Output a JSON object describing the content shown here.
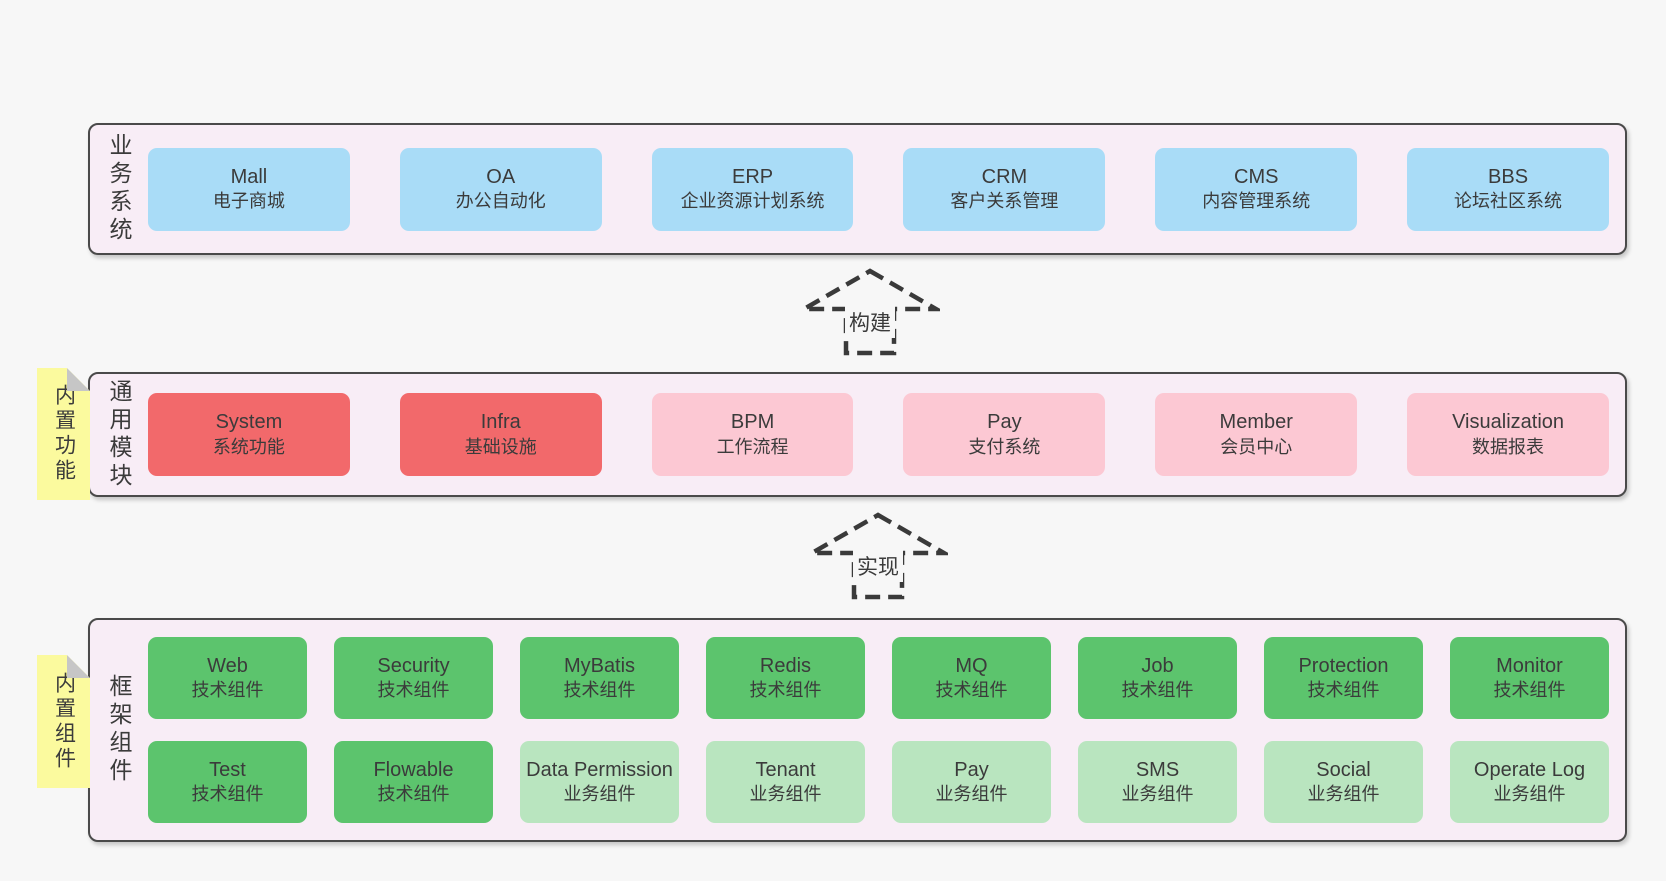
{
  "palette": {
    "page-bg": "#f7f7f7",
    "band-bg": "#f8edf6",
    "band-border": "#4a4a4a",
    "text": "#3b3b3b",
    "blue": "#a9dcf7",
    "red": "#f2696b",
    "pink": "#fcc8d3",
    "green": "#5cc46d",
    "lightgreen": "#b9e5bf",
    "sticky-yellow": "#fbfa9e",
    "fold-gray": "#c6c6c6"
  },
  "arrows": [
    {
      "label": "构建"
    },
    {
      "label": "实现"
    }
  ],
  "bands": [
    {
      "label": "业务系统",
      "boxes": [
        {
          "title": "Mall",
          "subtitle": "电子商城"
        },
        {
          "title": "OA",
          "subtitle": "办公自动化"
        },
        {
          "title": "ERP",
          "subtitle": "企业资源计划系统"
        },
        {
          "title": "CRM",
          "subtitle": "客户关系管理"
        },
        {
          "title": "CMS",
          "subtitle": "内容管理系统"
        },
        {
          "title": "BBS",
          "subtitle": "论坛社区系统"
        }
      ]
    },
    {
      "label": "通用模块",
      "sticky": "内置功能",
      "boxes": [
        {
          "title": "System",
          "subtitle": "系统功能"
        },
        {
          "title": "Infra",
          "subtitle": "基础设施"
        },
        {
          "title": "BPM",
          "subtitle": "工作流程"
        },
        {
          "title": "Pay",
          "subtitle": "支付系统"
        },
        {
          "title": "Member",
          "subtitle": "会员中心"
        },
        {
          "title": "Visualization",
          "subtitle": "数据报表"
        }
      ]
    },
    {
      "label": "框架组件",
      "sticky": "内置组件",
      "rows": [
        [
          {
            "title": "Web",
            "subtitle": "技术组件"
          },
          {
            "title": "Security",
            "subtitle": "技术组件"
          },
          {
            "title": "MyBatis",
            "subtitle": "技术组件"
          },
          {
            "title": "Redis",
            "subtitle": "技术组件"
          },
          {
            "title": "MQ",
            "subtitle": "技术组件"
          },
          {
            "title": "Job",
            "subtitle": "技术组件"
          },
          {
            "title": "Protection",
            "subtitle": "技术组件"
          },
          {
            "title": "Monitor",
            "subtitle": "技术组件"
          }
        ],
        [
          {
            "title": "Test",
            "subtitle": "技术组件"
          },
          {
            "title": "Flowable",
            "subtitle": "技术组件"
          },
          {
            "title": "Data Permission",
            "subtitle": "业务组件"
          },
          {
            "title": "Tenant",
            "subtitle": "业务组件"
          },
          {
            "title": "Pay",
            "subtitle": "业务组件"
          },
          {
            "title": "SMS",
            "subtitle": "业务组件"
          },
          {
            "title": "Social",
            "subtitle": "业务组件"
          },
          {
            "title": "Operate Log",
            "subtitle": "业务组件"
          }
        ]
      ]
    }
  ]
}
